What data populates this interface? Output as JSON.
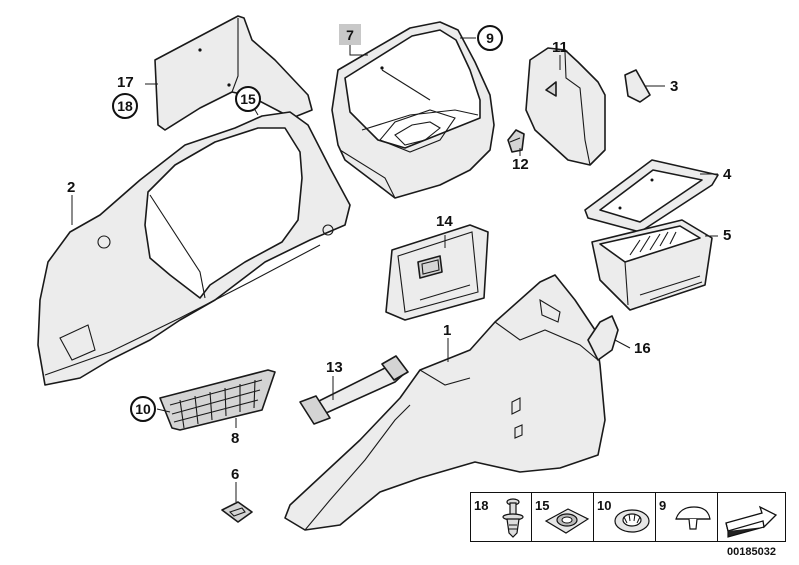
{
  "diagram": {
    "callouts": {
      "c1": "1",
      "c2": "2",
      "c3": "3",
      "c4": "4",
      "c5": "5",
      "c6": "6",
      "c7": "7",
      "c8": "8",
      "c9": "9",
      "c10": "10",
      "c11": "11",
      "c12": "12",
      "c13": "13",
      "c14": "14",
      "c15": "15",
      "c16": "16",
      "c17": "17",
      "c18": "18"
    },
    "legend": {
      "cells": [
        "18",
        "15",
        "10",
        "9"
      ]
    },
    "document_number": "00185032"
  }
}
